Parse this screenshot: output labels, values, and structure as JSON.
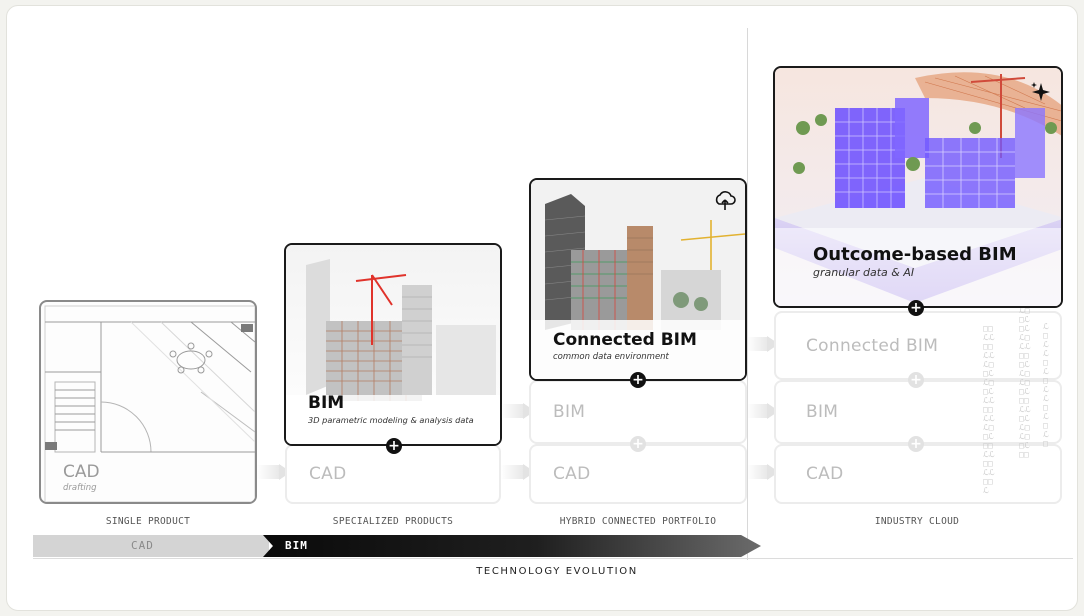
{
  "columns": [
    {
      "label": "SINGLE PRODUCT"
    },
    {
      "label": "SPECIALIZED PRODUCTS"
    },
    {
      "label": "HYBRID CONNECTED PORTFOLIO"
    },
    {
      "label": "INDUSTRY CLOUD"
    }
  ],
  "cards": {
    "cad": {
      "title": "CAD",
      "subtitle": "drafting"
    },
    "bim": {
      "title": "BIM",
      "subtitle": "3D parametric modeling & analysis data"
    },
    "connected": {
      "title": "Connected BIM",
      "subtitle": "common data environment"
    },
    "outcome": {
      "title": "Outcome-based BIM",
      "subtitle": "granular data & AI"
    }
  },
  "ghosts": {
    "cad": "CAD",
    "bim": "BIM",
    "connected": "Connected BIM"
  },
  "timeline": {
    "cad_label": "CAD",
    "bim_label": "BIM",
    "title": "TECHNOLOGY EVOLUTION"
  },
  "icons": {
    "connected_badge": "cloud-icon",
    "outcome_badge": "sparkle-icon",
    "connector": "plus-icon"
  },
  "colors": {
    "accent_dark": "#111111",
    "ghost_text": "#bcbcbc",
    "purple_highlight": "#6a4cff"
  }
}
